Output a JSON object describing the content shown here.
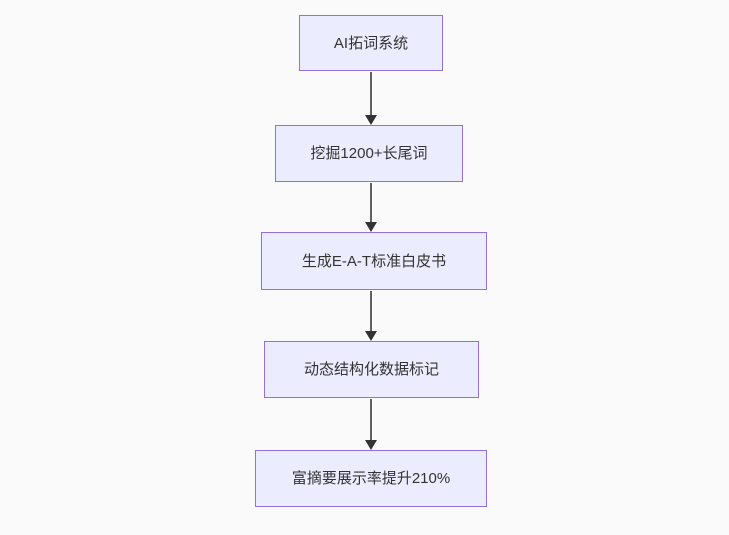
{
  "diagram": {
    "type": "flowchart",
    "direction": "top-down",
    "nodes": [
      {
        "id": "node-1",
        "label": "AI拓词系统"
      },
      {
        "id": "node-2",
        "label": "挖掘1200+长尾词"
      },
      {
        "id": "node-3",
        "label": "生成E-A-T标准白皮书"
      },
      {
        "id": "node-4",
        "label": "动态结构化数据标记"
      },
      {
        "id": "node-5",
        "label": "富摘要展示率提升210%"
      }
    ],
    "edges": [
      {
        "from": "node-1",
        "to": "node-2"
      },
      {
        "from": "node-2",
        "to": "node-3"
      },
      {
        "from": "node-3",
        "to": "node-4"
      },
      {
        "from": "node-4",
        "to": "node-5"
      }
    ]
  },
  "theme": {
    "background": "#fafafa",
    "node_fill": "#ececff",
    "node_border": "#9370db",
    "node_text": "#333333",
    "edge_line": "#616161",
    "edge_arrowhead": "#333333"
  }
}
